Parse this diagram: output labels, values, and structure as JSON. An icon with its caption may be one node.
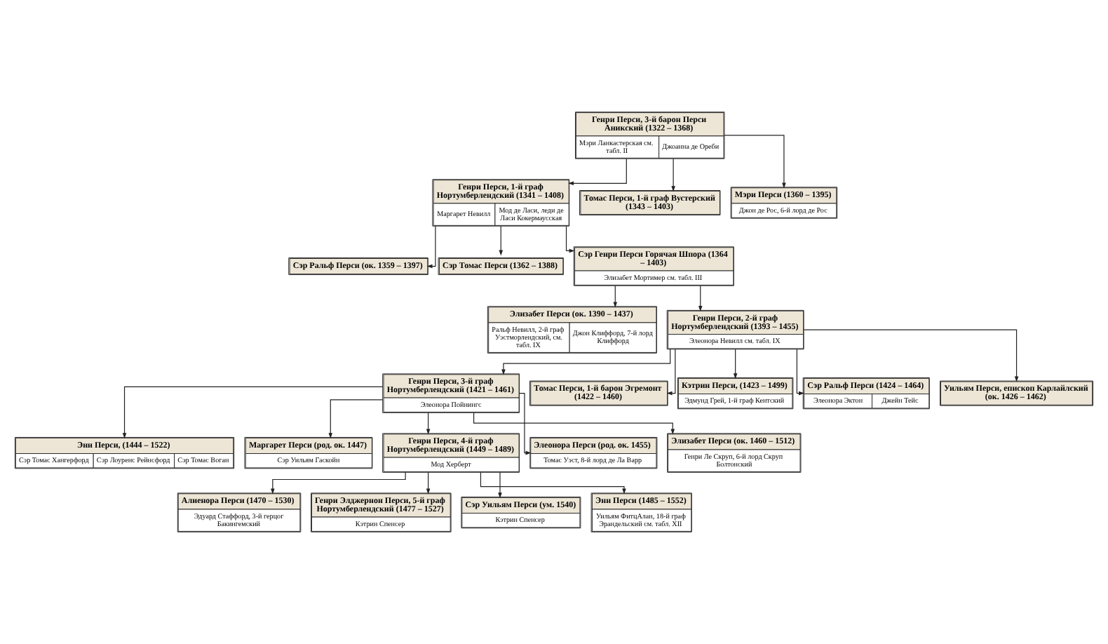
{
  "diagram": {
    "nodes": [
      {
        "text": [
          "Генри Перси, 3-й барон Перси Аникский (1322 – 1368)",
          "Мэри Ланкастерская см. табл. II",
          "Джоанна де Ореби"
        ]
      },
      {
        "text": [
          "Генри Перси, 1-й граф Нортумберлендский (1341 – 1408)",
          "Маргарет Невилл",
          "Мод де Ласи, леди де Ласи Кокермаусская"
        ]
      },
      {
        "text": [
          "Томас Перси, 1-й граф Вустерский (1343 – 1403)"
        ]
      },
      {
        "text": [
          "Мэри Перси (1360 – 1395)",
          "Джон де Рос, 6-й лорд де Рос"
        ]
      },
      {
        "text": [
          "Сэр Ральф Перси (ок. 1359 – 1397)"
        ]
      },
      {
        "text": [
          "Сэр Томас Перси (1362 – 1388)"
        ]
      },
      {
        "text": [
          "Сэр Генри Перси Горячая Шпора (1364 – 1403)",
          "Элизабет Мортимер см. табл. III"
        ]
      },
      {
        "text": [
          "Элизабет Перси (ок. 1390 – 1437)",
          "Ральф Невилл, 2-й граф Уэстморлендский, см. табл. IX",
          "Джон Клиффорд, 7-й лорд Клиффорд"
        ]
      },
      {
        "text": [
          "Генри Перси, 2-й граф Нортумберлендский (1393 – 1455)",
          "Элеонора Невилл см. табл. IX"
        ]
      },
      {
        "text": [
          "Генри Перси, 3-й граф Нортумберлендский (1421 – 1461)",
          "Элеонора Пойнингс"
        ]
      },
      {
        "text": [
          "Томас Перси, 1-й барон Эгремонт (1422 – 1460)"
        ]
      },
      {
        "text": [
          "Кэтрин Перси, (1423 – 1499)",
          "Эдмунд Грей, 1-й граф Кентский"
        ]
      },
      {
        "text": [
          "Сэр Ральф Перси (1424 – 1464)",
          "Элеонора Эктон",
          "Джейн Тейс"
        ]
      },
      {
        "text": [
          "Уильям Перси, епископ Карлайлский (ок. 1426 – 1462)"
        ]
      },
      {
        "text": [
          "Энн Перси, (1444 – 1522)",
          "Сэр Томас Хангерфорд",
          "Сэр Лоуренс Рейнсфорд",
          "Сэр Томас Воган"
        ]
      },
      {
        "text": [
          "Маргарет Перси (род. ок. 1447)",
          "Сэр Уильям Гаскойн"
        ]
      },
      {
        "text": [
          "Генри Перси, 4-й граф Нортумберлендский (1449 – 1489)",
          "Мод Херберт"
        ]
      },
      {
        "text": [
          "Элеонора Перси (род. ок. 1455)",
          "Томас Уэст, 8-й лорд де Ла Варр"
        ]
      },
      {
        "text": [
          "Элизабет Перси (ок. 1460 – 1512)",
          "Генри Ле Скруп, 6-й лорд Скруп Болтонский"
        ]
      },
      {
        "text": [
          "Алиенора Перси (1470 – 1530)",
          "Эдуард Стаффорд, 3-й герцог Бакингемский"
        ]
      },
      {
        "text": [
          "Генри Элджернон Перси, 5-й граф Нортумберлендский (1477 – 1527)",
          "Кэтрин Спенсер"
        ]
      },
      {
        "text": [
          "Сэр Уильям Перси (ум. 1540)",
          "Кэтрин Спенсер"
        ]
      },
      {
        "text": [
          "Энн Перси (1485 – 1552)",
          "Уильям ФитцАлан, 18-й граф Эрандельский см. табл. XII"
        ]
      }
    ],
    "edges": [
      {
        "from": 0,
        "to": 1,
        "arrow": "to"
      },
      {
        "from": 0,
        "to": 2,
        "arrow": "to"
      },
      {
        "from": 0,
        "to": 3,
        "arrow": "to"
      },
      {
        "from": 1,
        "to": 4,
        "arrow": "to"
      },
      {
        "from": 1,
        "to": 5,
        "arrow": "to"
      },
      {
        "from": 1,
        "to": 6,
        "arrow": "to"
      },
      {
        "from": 6,
        "to": 7,
        "arrow": "to"
      },
      {
        "from": 6,
        "to": 8,
        "arrow": "to"
      },
      {
        "from": 8,
        "to": 9,
        "arrow": "to"
      },
      {
        "from": 8,
        "to": 10,
        "arrow": "to"
      },
      {
        "from": 8,
        "to": 11,
        "arrow": "to"
      },
      {
        "from": 8,
        "to": 12,
        "arrow": "to"
      },
      {
        "from": 8,
        "to": 13,
        "arrow": "to"
      },
      {
        "from": 9,
        "to": 14,
        "arrow": "to"
      },
      {
        "from": 9,
        "to": 15,
        "arrow": "to"
      },
      {
        "from": 9,
        "to": 16,
        "arrow": "to"
      },
      {
        "from": 9,
        "to": 17,
        "arrow": "to"
      },
      {
        "from": 9,
        "to": 18,
        "arrow": "to"
      },
      {
        "from": 16,
        "to": 19,
        "arrow": "to"
      },
      {
        "from": 16,
        "to": 20,
        "arrow": "to"
      },
      {
        "from": 16,
        "to": 21,
        "arrow": "to"
      },
      {
        "from": 16,
        "to": 22,
        "arrow": "to"
      }
    ]
  }
}
